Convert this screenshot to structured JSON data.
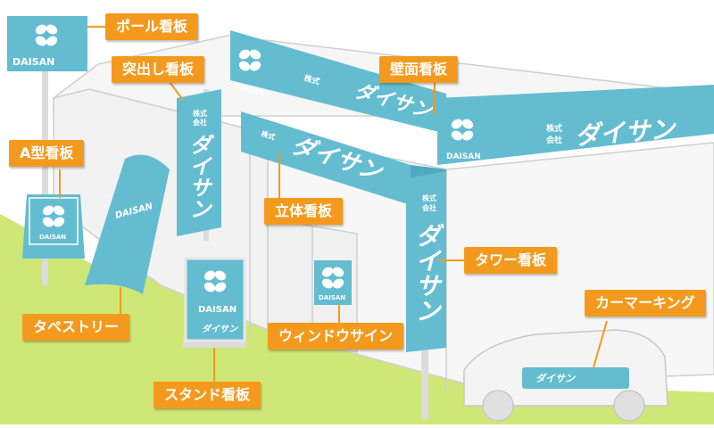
{
  "colors": {
    "sign_blue": "#64bcd0",
    "callout_orange": "#f39a1e",
    "ground_green": "#c8e26a",
    "building_line": "#c8c8c8",
    "building_fill": "#f4f4f4"
  },
  "brand": {
    "name_en": "DAISAN",
    "name_kana": "ダイサン",
    "corp_line1": "株式",
    "corp_line2": "会社",
    "logo_icon": "four-bean-logo-icon"
  },
  "labels": {
    "pole_sign": "ポール看板",
    "protruding_sign": "突出し看板",
    "wall_sign": "壁面看板",
    "a_frame_sign": "A型看板",
    "three_d_sign": "立体看板",
    "tower_sign": "タワー看板",
    "tapestry": "タペストリー",
    "window_sign": "ウィンドウサイン",
    "stand_sign": "スタンド看板",
    "car_marking": "カーマーキング"
  }
}
